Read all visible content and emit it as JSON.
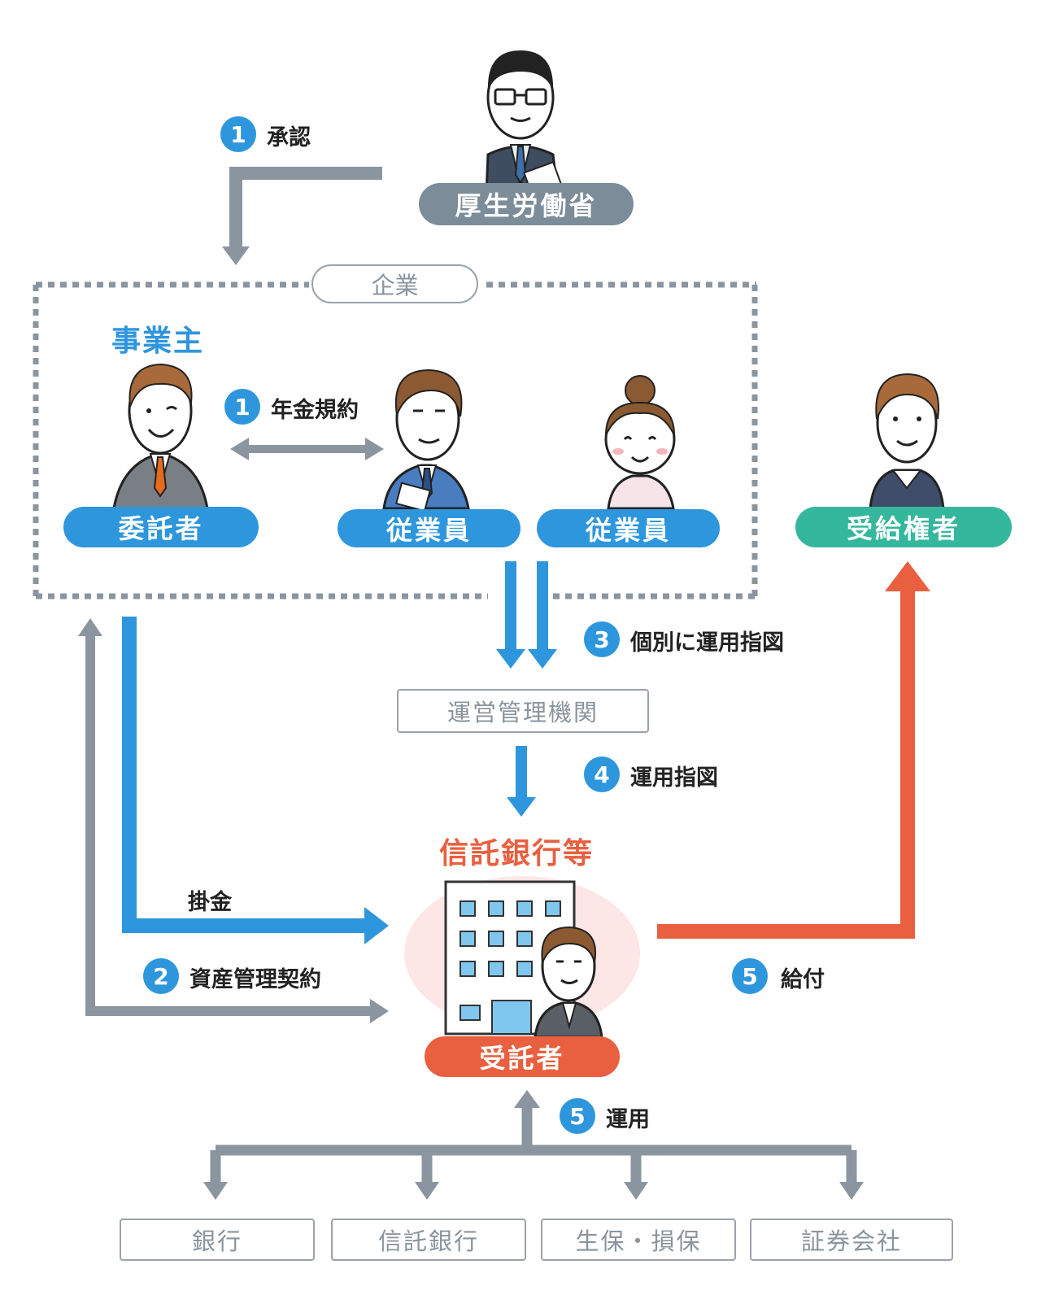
{
  "ministry": {
    "label": "厚生労働省"
  },
  "company": {
    "label": "企業"
  },
  "employer": {
    "heading": "事業主",
    "role": "委託者"
  },
  "employees": [
    {
      "label": "従業員"
    },
    {
      "label": "従業員"
    }
  ],
  "beneficiary": {
    "label": "受給権者"
  },
  "admin_org": {
    "label": "運営管理機関"
  },
  "trustee": {
    "heading": "信託銀行等",
    "label": "受託者"
  },
  "steps": {
    "approval": {
      "num": "1",
      "text": "承認"
    },
    "pension_rules": {
      "num": "1",
      "text": "年金規約"
    },
    "asset_contract": {
      "num": "2",
      "text": "資産管理契約"
    },
    "individual_instruction": {
      "num": "3",
      "text": "個別に運用指図"
    },
    "instruction": {
      "num": "4",
      "text": "運用指図"
    },
    "benefit": {
      "num": "5",
      "text": "給付"
    },
    "investment": {
      "num": "5",
      "text": "運用"
    }
  },
  "contribution": {
    "text": "掛金"
  },
  "institutions": [
    {
      "label": "銀行"
    },
    {
      "label": "信託銀行"
    },
    {
      "label": "生保・損保"
    },
    {
      "label": "証券会社"
    }
  ],
  "colors": {
    "blue": "#2e96dc",
    "gray": "#7d8c99",
    "green": "#35b79d",
    "red": "#e8603f"
  }
}
